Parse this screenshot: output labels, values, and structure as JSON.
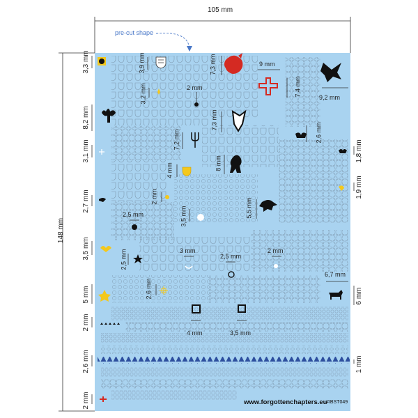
{
  "sheet": {
    "width_label": "105 mm",
    "height_label": "148 mm",
    "precut_label": "pre-cut shape",
    "website": "www.forgottenchapters.eu",
    "code": "#IBST049"
  },
  "colors": {
    "sheet_bg": "#a9d3f0",
    "outline": "#7f9ab0",
    "dim_line": "#333333",
    "precut_label": "#4a78c8",
    "heraldic_red": "#d42a22",
    "heraldic_gold": "#f4c81c",
    "heraldic_black": "#111111",
    "triangle_blue": "#2d4f9e"
  },
  "left_dims": [
    "3,3 mm",
    "8,2 mm",
    "3,1 mm",
    "2,7 mm",
    "3,5 mm",
    "5 mm",
    "2 mm",
    "2,6 mm",
    "2 mm"
  ],
  "right_dims": [
    "1,8 mm",
    "1,9 mm",
    "6 mm",
    "1 mm"
  ],
  "inner_dims": [
    "3,9 mm",
    "3,2 mm",
    "2 mm",
    "7,3 mm",
    "9 mm",
    "7,4 mm",
    "9,2 mm",
    "7,3 mm",
    "7,2 mm",
    "2,6 mm",
    "8 mm",
    "4 mm",
    "2 mm",
    "2,5 mm",
    "5,5 mm",
    "3,5 mm",
    "2,5 mm",
    "3 mm",
    "2,5 mm",
    "2 mm",
    "6,7 mm",
    "2,6 mm",
    "4 mm",
    "3,5 mm"
  ],
  "icons": [
    "lion-head-icon",
    "fleur-de-lis-icon",
    "dragon-icon",
    "cross-icon",
    "eagle-icon",
    "trident-icon",
    "bear-icon",
    "raven-icon",
    "shield-icon",
    "griffin-icon",
    "star-icon",
    "dog-icon",
    "crescent-icon",
    "circle-icon",
    "square-icon",
    "trefoil-icon"
  ]
}
